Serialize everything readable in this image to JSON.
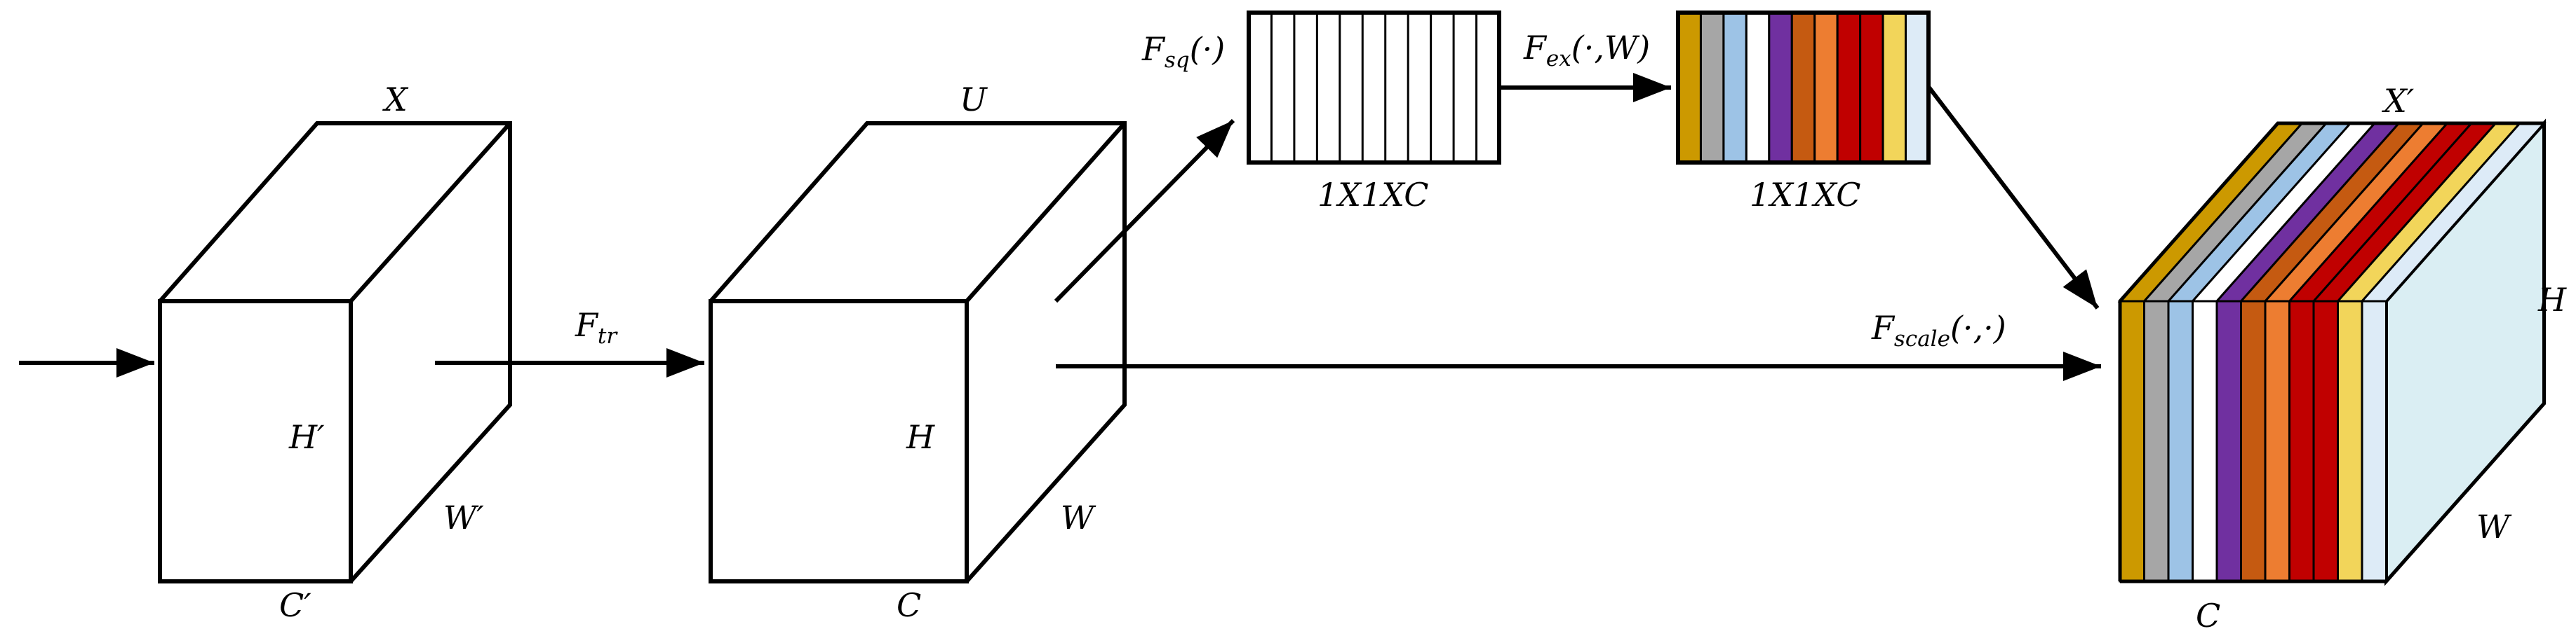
{
  "labels": {
    "x_top": "X",
    "h_prime": "H′",
    "w_prime": "W′",
    "c_prime": "C′",
    "f_tr_main": "F",
    "f_tr_sub": "tr",
    "u_top": "U",
    "h_mid": "H",
    "w_mid": "W",
    "c_mid": "C",
    "f_sq_main": "F",
    "f_sq_sub": "sq",
    "f_sq_args": "(·)",
    "squeeze_dims": "1X1XC",
    "f_ex_main": "F",
    "f_ex_sub": "ex",
    "f_ex_args": "(·,W)",
    "excite_dims": "1X1XC",
    "f_scale_main": "F",
    "f_scale_sub": "scale",
    "f_scale_args": "(·,·)",
    "x_out": "X′",
    "h_out": "H",
    "w_out": "W",
    "c_out": "C"
  },
  "colors": {
    "channels": [
      "#CC9900",
      "#A6A6A6",
      "#9DC3E6",
      "#FFFFFF",
      "#7030A0",
      "#C55A11",
      "#ED7D31",
      "#C00000",
      "#C00000",
      "#F2D55A",
      "#DDEBF7"
    ],
    "out_face": "#DAEEF3",
    "line": "#000000"
  },
  "icons": {
    "input_arrow": "arrow-right-icon",
    "ftr_arrow": "arrow-right-icon",
    "squeeze_arrow": "arrow-diagonal-up-icon",
    "excite_arrow": "arrow-right-icon",
    "recalibrate_arrow": "arrow-diagonal-down-icon",
    "scale_arrow": "arrow-right-icon"
  }
}
